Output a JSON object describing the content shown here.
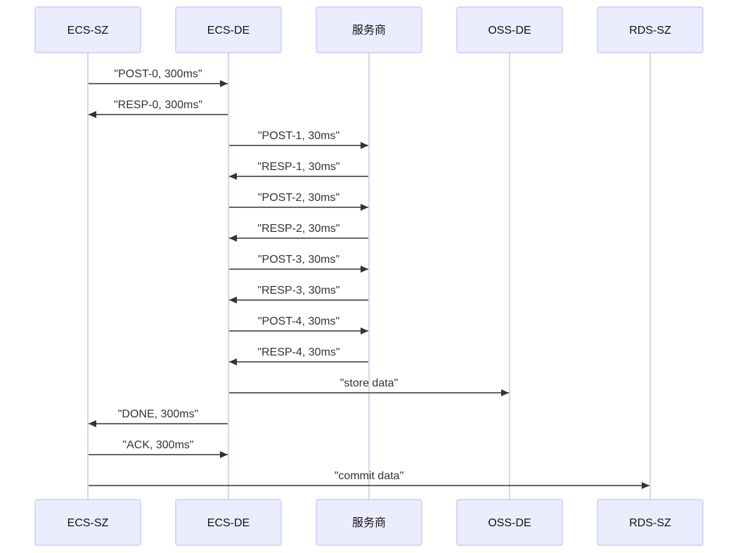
{
  "diagram": {
    "actors": [
      "ECS-SZ",
      "ECS-DE",
      "服务商",
      "OSS-DE",
      "RDS-SZ"
    ],
    "messages": [
      {
        "from": 0,
        "to": 1,
        "label": "\"POST-0, 300ms\""
      },
      {
        "from": 1,
        "to": 0,
        "label": "\"RESP-0, 300ms\""
      },
      {
        "from": 1,
        "to": 2,
        "label": "\"POST-1, 30ms\""
      },
      {
        "from": 2,
        "to": 1,
        "label": "\"RESP-1, 30ms\""
      },
      {
        "from": 1,
        "to": 2,
        "label": "\"POST-2, 30ms\""
      },
      {
        "from": 2,
        "to": 1,
        "label": "\"RESP-2, 30ms\""
      },
      {
        "from": 1,
        "to": 2,
        "label": "\"POST-3, 30ms\""
      },
      {
        "from": 2,
        "to": 1,
        "label": "\"RESP-3, 30ms\""
      },
      {
        "from": 1,
        "to": 2,
        "label": "\"POST-4, 30ms\""
      },
      {
        "from": 2,
        "to": 1,
        "label": "\"RESP-4, 30ms\""
      },
      {
        "from": 1,
        "to": 3,
        "label": "\"store data\""
      },
      {
        "from": 1,
        "to": 0,
        "label": "\"DONE, 300ms\""
      },
      {
        "from": 0,
        "to": 1,
        "label": "\"ACK, 300ms\""
      },
      {
        "from": 0,
        "to": 4,
        "label": "\"commit data\""
      }
    ]
  },
  "colors": {
    "actor_fill": "#ECECFF",
    "actor_stroke": "#CCCCFF",
    "lifeline": "#C8C8E6",
    "message_line": "#333333",
    "text": "#333333"
  }
}
